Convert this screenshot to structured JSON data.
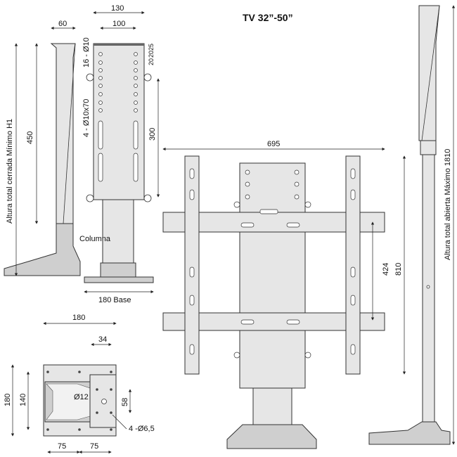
{
  "title": "TV  32”-50”",
  "side_view": {
    "width_label": "60",
    "height_label": "450",
    "vertical_label": "Altura total cerrada  Mínimo H1"
  },
  "front_view": {
    "outer_width": "130",
    "inner_width": "100",
    "holes_label": "16 - Ø10",
    "slots_label": "4 - Ø10x70",
    "spacing_1": "20",
    "spacing_2": "20",
    "spacing_3": "25",
    "slot_span": "300",
    "column_label": "Columna",
    "base_label": "180 Base"
  },
  "tv_bracket": {
    "width_label": "695",
    "inner_height_label": "424",
    "outer_height_label": "810"
  },
  "tall_view": {
    "vertical_label": "Altura total abierta  Máximo 1810"
  },
  "base_plan": {
    "width": "180",
    "plate_width": "34",
    "height": "180",
    "inner_height": "140",
    "center_hole": "Ø12",
    "hole_spacing": "58",
    "holes": "4 -Ø6,5",
    "left_spacing": "75",
    "right_spacing": "75"
  }
}
